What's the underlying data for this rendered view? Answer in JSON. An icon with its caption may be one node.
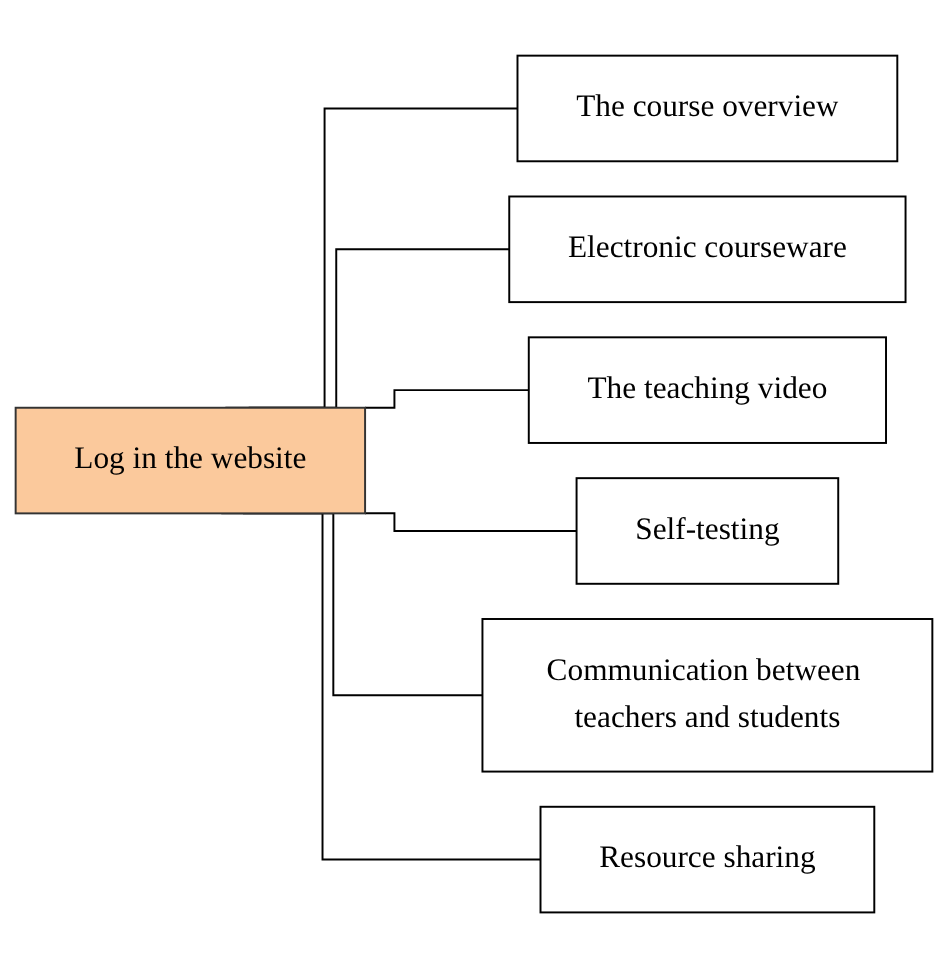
{
  "diagram": {
    "nodes": [
      {
        "text": [
          "Log in the website"
        ]
      },
      {
        "text": [
          "The course overview"
        ]
      },
      {
        "text": [
          "Electronic courseware"
        ]
      },
      {
        "text": [
          "The teaching video"
        ]
      },
      {
        "text": [
          "Self-testing"
        ]
      },
      {
        "text": [
          "Communication between teachers and students"
        ]
      },
      {
        "text": [
          "Resource sharing"
        ]
      }
    ],
    "edges": [
      {
        "from": 0,
        "to": 1,
        "arrow": "none"
      },
      {
        "from": 0,
        "to": 2,
        "arrow": "none"
      },
      {
        "from": 0,
        "to": 3,
        "arrow": "none"
      },
      {
        "from": 0,
        "to": 4,
        "arrow": "none"
      },
      {
        "from": 0,
        "to": 5,
        "arrow": "none"
      },
      {
        "from": 0,
        "to": 6,
        "arrow": "none"
      }
    ]
  }
}
